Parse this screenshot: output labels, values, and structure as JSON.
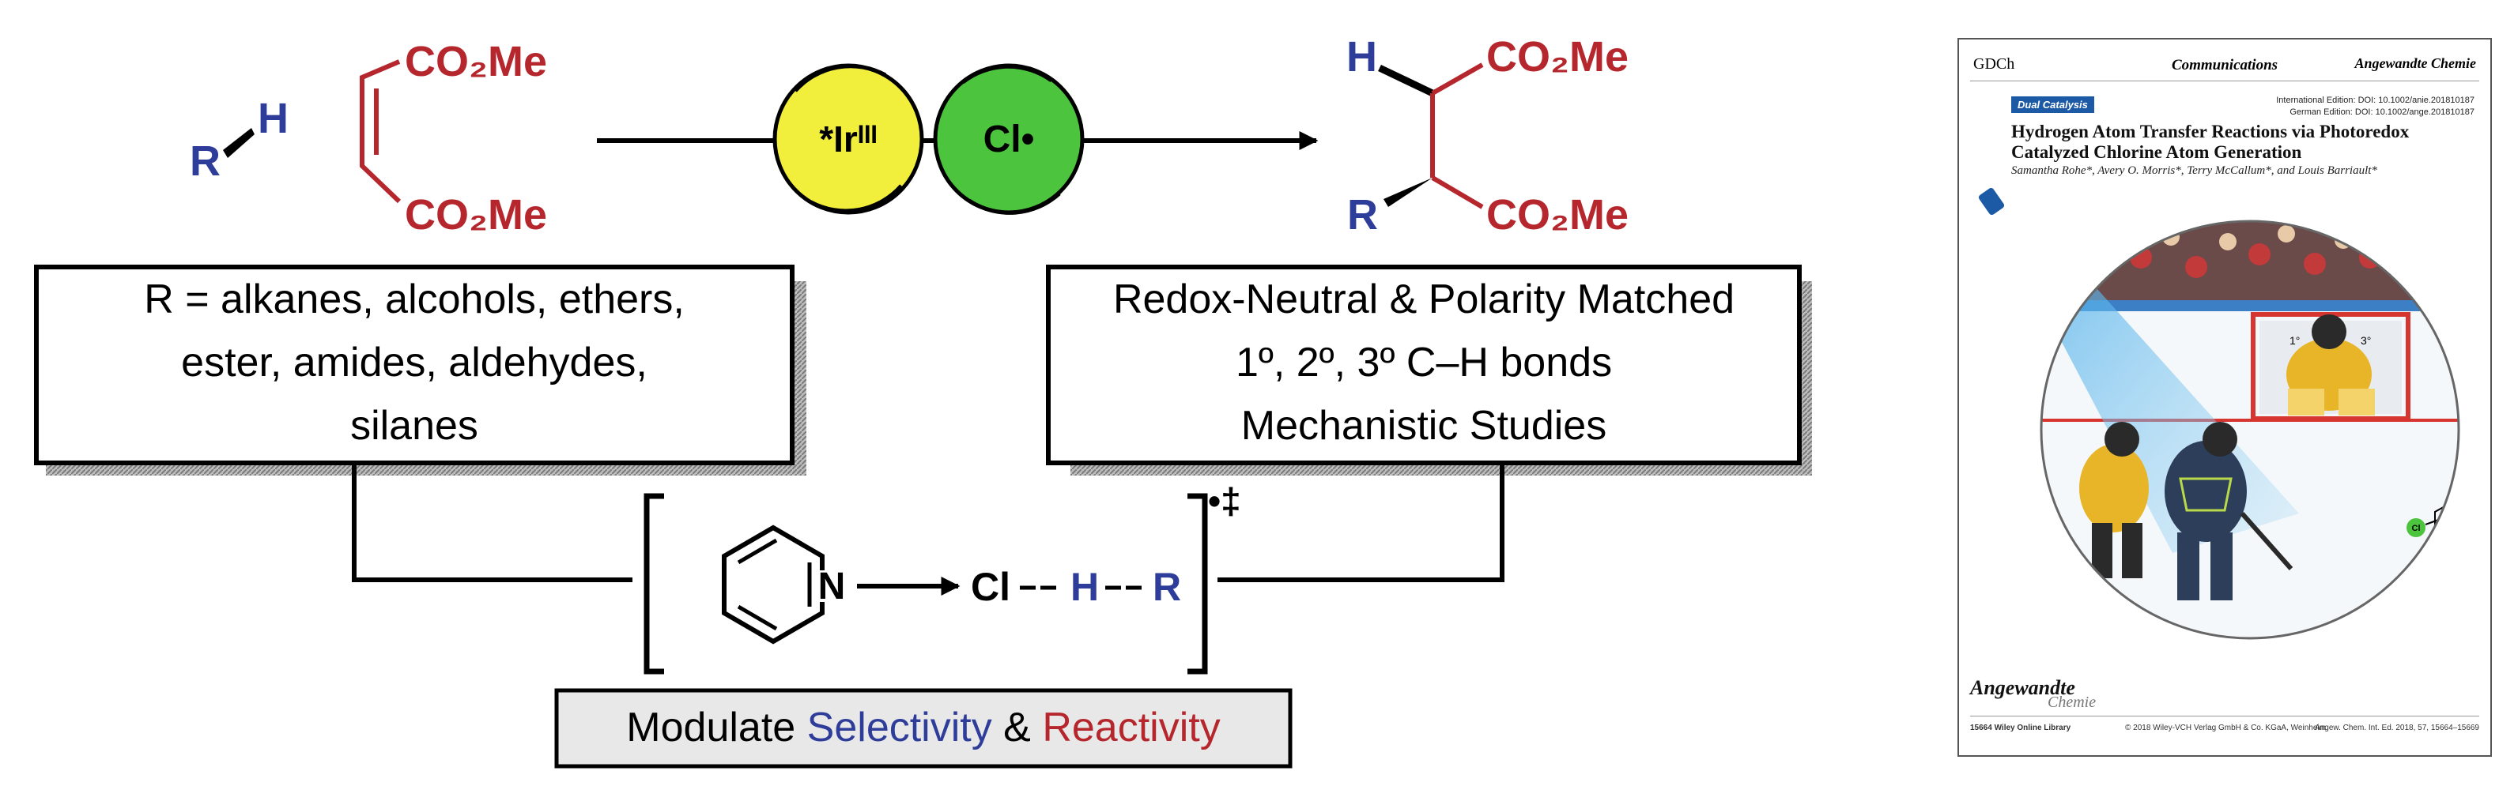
{
  "scheme": {
    "reactant_rh": {
      "R": "R",
      "H": "H"
    },
    "maleate": {
      "co2me_top": "CO₂Me",
      "co2me_bottom": "CO₂Me"
    },
    "catalyst": {
      "iridium": "*Irᴵᴵᴵ",
      "chlorine": "Cl•"
    },
    "product": {
      "H": "H",
      "R": "R",
      "co2me_top": "CO₂Me",
      "co2me_bottom": "CO₂Me"
    },
    "scope_box": {
      "lines": [
        "R = alkanes, alcohols, ethers,",
        "ester, amides, aldehydes,",
        "silanes"
      ]
    },
    "features_box": {
      "lines": [
        "Redox-Neutral & Polarity Matched",
        "1º, 2º, 3º C–H bonds",
        "Mechanistic Studies"
      ]
    },
    "transition_state": {
      "N": "N",
      "Cl": "Cl",
      "H": "H",
      "R": "R",
      "charge": "•‡"
    },
    "bottom_box": {
      "part1": "Modulate ",
      "selectivity": "Selectivity",
      "amp": " & ",
      "reactivity": "Reactivity"
    },
    "colors": {
      "red": "#b5272d",
      "blue": "#2e3d9a",
      "yellow": "#f2ef3c",
      "green": "#4cc43d",
      "shadow": "#9a9a9a"
    }
  },
  "journal_page": {
    "header_left": "GDCh",
    "header_center": "Communications",
    "header_right": "Angewandte Chemie",
    "section_badge": "Dual Catalysis",
    "doi_lines": [
      "International Edition: DOI: 10.1002/anie.201810187",
      "German Edition: DOI: 10.1002/ange.201810187"
    ],
    "title": "Hydrogen Atom Transfer Reactions via Photoredox Catalyzed Chlorine Atom Generation",
    "authors": "Samantha Rohe*, Avery O. Morris*, Terry McCallum*, and Louis Barriault*",
    "cover_labels": {
      "primary": "1°",
      "tertiary": "3°",
      "cl": "Cl"
    },
    "footer_logo": "Angewandte",
    "footer_logo_sub": "Chemie",
    "footer_page": "15664   Wiley Online Library",
    "footer_copyright": "© 2018 Wiley-VCH Verlag GmbH & Co. KGaA, Weinheim",
    "footer_citation": "Angew. Chem. Int. Ed. 2018, 57, 15664–15669"
  }
}
